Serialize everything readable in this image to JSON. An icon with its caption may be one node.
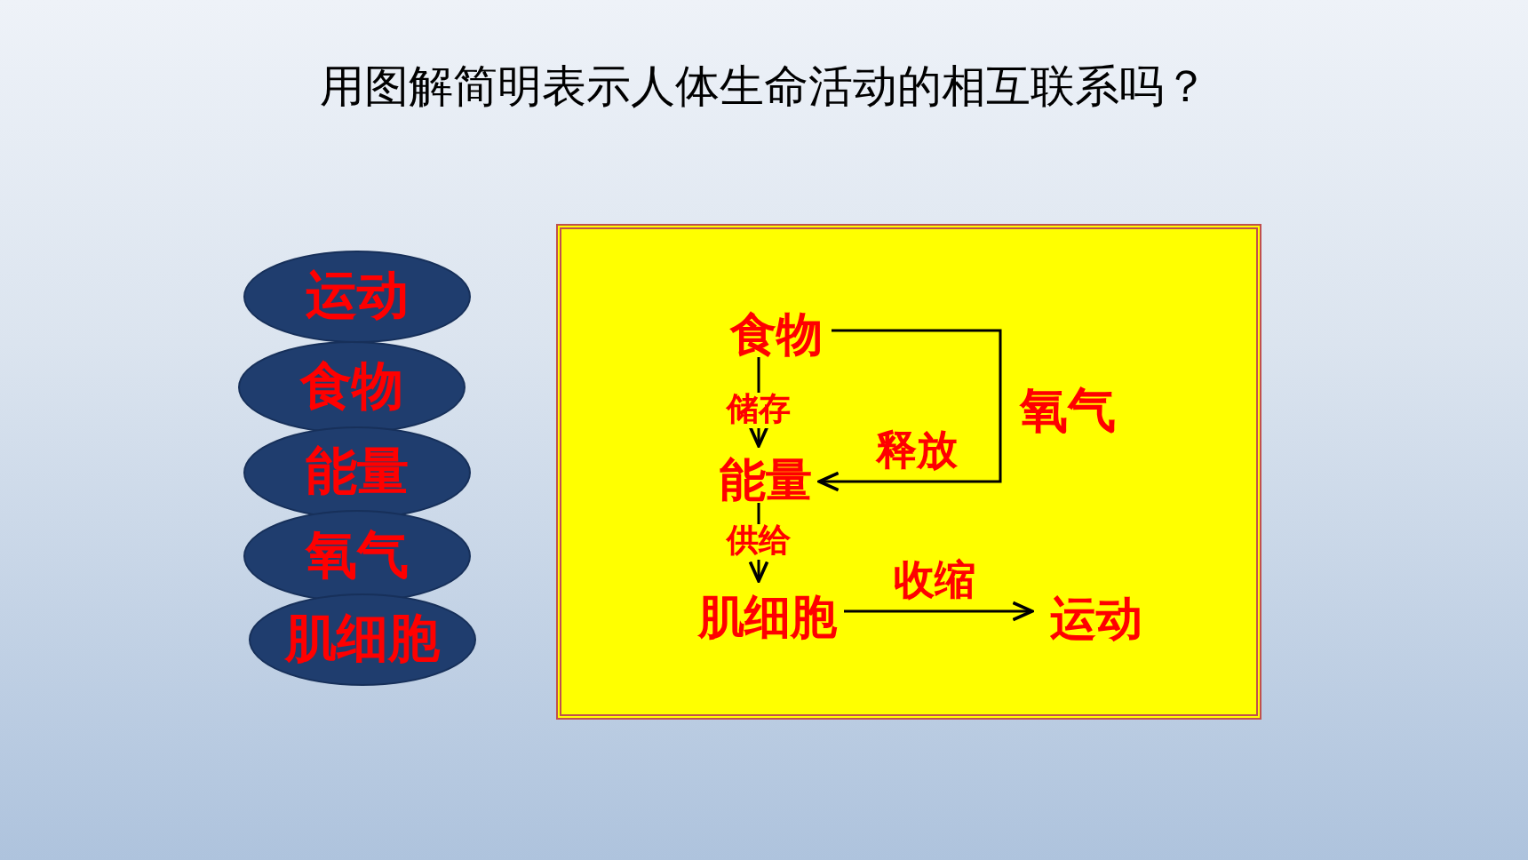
{
  "diagram": {
    "title": "用图解简明表示人体生命活动的相互联系吗？",
    "nodes": [
      {
        "text": [
          "运动"
        ]
      },
      {
        "text": [
          "食物"
        ]
      },
      {
        "text": [
          "能量"
        ]
      },
      {
        "text": [
          "氧气"
        ]
      },
      {
        "text": [
          "肌细胞"
        ]
      },
      {
        "text": [],
        "shape": "box"
      },
      {
        "text": [
          "食物"
        ],
        "in": 5
      },
      {
        "text": [
          "能量"
        ],
        "in": 5
      },
      {
        "text": [
          "肌细胞"
        ],
        "in": 5
      },
      {
        "text": [
          "运动"
        ],
        "in": 5
      }
    ],
    "edges": [
      {
        "from": 6,
        "to": 7,
        "arrow": "to",
        "label": "储存"
      },
      {
        "from": 6,
        "to": 7,
        "arrow": "to",
        "label": "释放"
      },
      {
        "from": 7,
        "to": 8,
        "arrow": "to",
        "label": "供给"
      },
      {
        "from": 8,
        "to": 9,
        "arrow": "to",
        "label": "收缩"
      }
    ],
    "labels": [
      "氧气"
    ]
  }
}
